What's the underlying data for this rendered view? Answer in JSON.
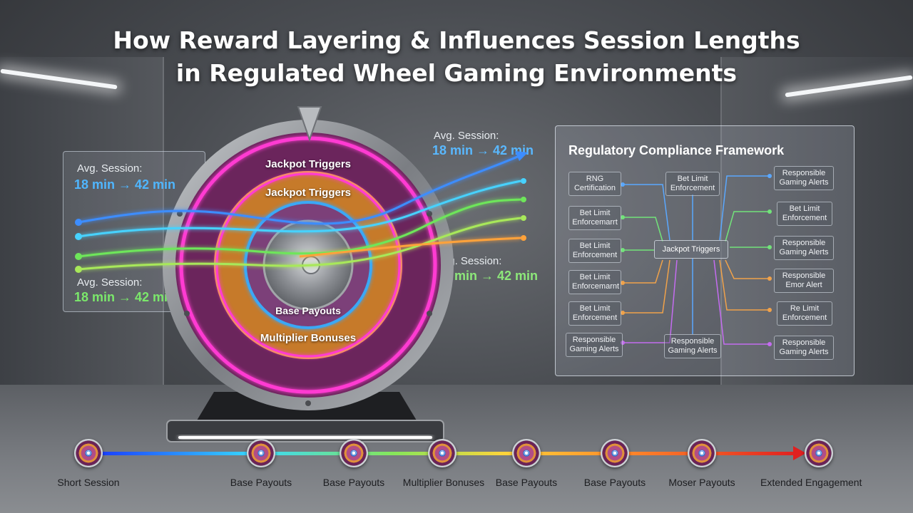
{
  "title_line1": "How Reward Layering & Influences Session Lengths",
  "title_line2": "in Regulated Wheel Gaming Environments",
  "session_callouts": [
    {
      "label": "Avg. Session:",
      "value": "18 min → 42 min",
      "color": "#4fb6ff"
    },
    {
      "label": "Avg. Session:",
      "value": "18 min → 42 min",
      "color": "#7be86b"
    },
    {
      "label": "Avg. Session:",
      "value": "18 min → 42 min",
      "color": "#59b8ff"
    },
    {
      "label": "Avg. Session:",
      "value": "18 min → 42 min",
      "color": "#8de87a"
    }
  ],
  "wheel": {
    "outer_ring": "Jackpot Triggers",
    "middle_ring": "Jackpot Triggers",
    "inner_ring": "Base Payouts",
    "lower_ring": "Multiplier Bonuses",
    "colors": {
      "outer": "#d42bb0",
      "middle": "#d98a2b",
      "inner": "#3aa8f5",
      "rim": "#8e9196"
    }
  },
  "compliance": {
    "title": "Regulatory Compliance Framework",
    "center": "Jackpot Triggers",
    "left": [
      "RNG\nCertification",
      "Bet Limit\nEnforcemarrt",
      "Bet Limit\nEnforcement",
      "Bet Limit\nEnforcemarnt",
      "Bet Limit\nEnforcement",
      "Responsible\nGaming Alerts"
    ],
    "top": "Bet Limit\nEnforcement",
    "bottom": "Responsible\nGaming Alerts",
    "right": [
      "Responsible\nGaming Alerts",
      "Bet Limit\nEnforcement",
      "Responsible\nGaming Alerts",
      "Responsible\nEmor Alert",
      "Re Limit\nEnforcement",
      "Responsible\nGaming Alerts"
    ],
    "line_colors": [
      "#5aa8ff",
      "#72e37a",
      "#f0a24a",
      "#c46cf0"
    ]
  },
  "timeline": {
    "stages": [
      "Short Session",
      "Base Payouts",
      "Base Payouts",
      "Multiplier Bonuses",
      "Base Payouts",
      "Base Payouts",
      "Moser Payouts",
      "Extended Engagement"
    ],
    "gradient_colors": [
      "#1a3fff",
      "#38d9ff",
      "#86e65a",
      "#ffd43a",
      "#ff8a2a",
      "#e02020"
    ]
  }
}
